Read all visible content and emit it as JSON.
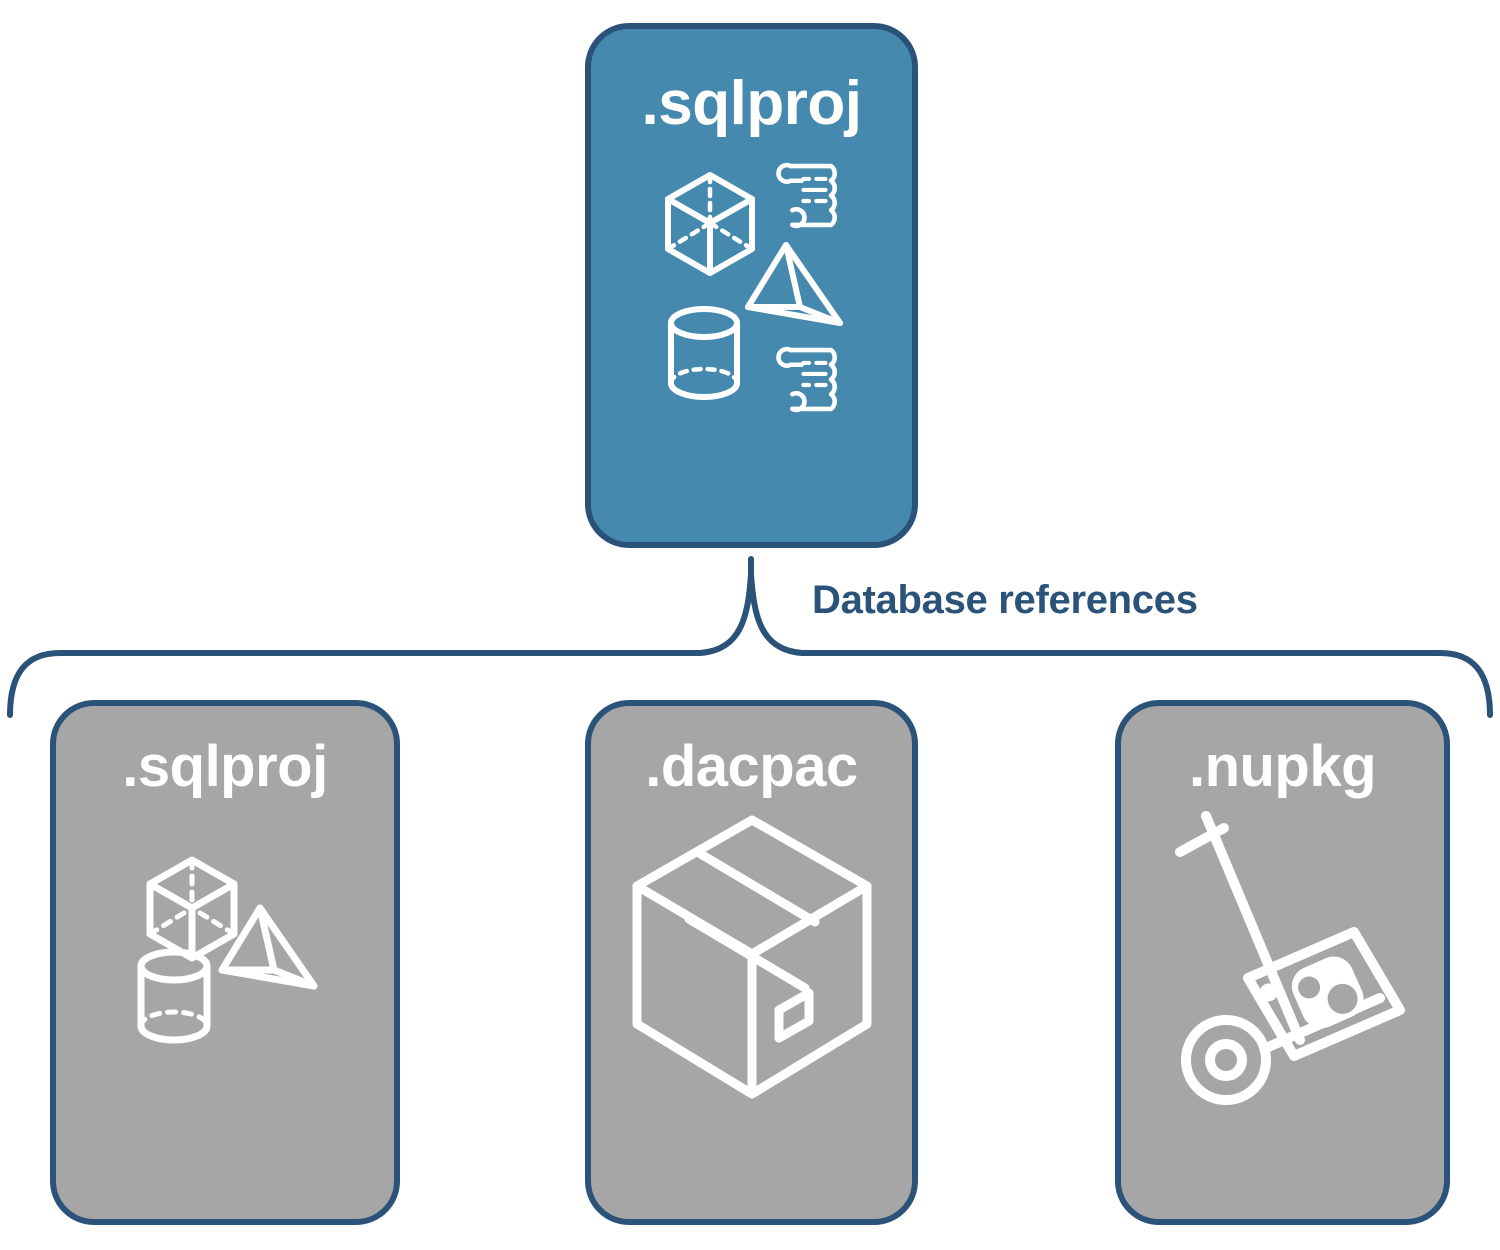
{
  "diagram": {
    "title": "SQL project database references",
    "connector_label": "Database references",
    "colors": {
      "accent_teal": "#4589AE",
      "neutral_gray": "#A6A6A6",
      "outline_navy": "#2B5279",
      "label_navy": "#2B5279",
      "icon_white": "#FFFFFF",
      "background": "#FFFFFF"
    }
  },
  "top_node": {
    "label": ".sqlproj",
    "fill": "teal",
    "icon_name": "sql-project-objects-icon",
    "icon_parts": [
      "cube-icon",
      "pyramid-icon",
      "cylinder-icon",
      "scroll-icon",
      "scroll-icon"
    ]
  },
  "reference_nodes": [
    {
      "label": ".sqlproj",
      "fill": "gray",
      "icon_name": "sql-project-objects-icon",
      "icon_parts": [
        "cube-icon",
        "pyramid-icon",
        "cylinder-icon"
      ]
    },
    {
      "label": ".dacpac",
      "fill": "gray",
      "icon_name": "package-box-icon",
      "icon_parts": [
        "shipping-box-icon"
      ]
    },
    {
      "label": ".nupkg",
      "fill": "gray",
      "icon_name": "hand-truck-package-icon",
      "icon_parts": [
        "hand-truck-icon",
        "nuget-package-icon"
      ]
    }
  ]
}
